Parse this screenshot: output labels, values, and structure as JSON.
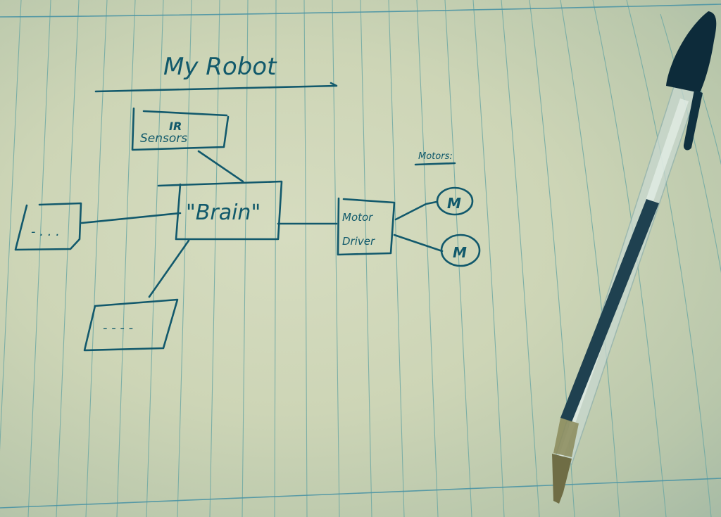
{
  "diagram": {
    "title": "My Robot",
    "nodes": [
      {
        "id": "ir-sensors",
        "line1": "IR",
        "line2": "Sensors"
      },
      {
        "id": "brain",
        "label": "\"Brain\""
      },
      {
        "id": "unknown-left",
        "label": "- . . ."
      },
      {
        "id": "unknown-bottom",
        "label": "- - - -"
      },
      {
        "id": "motor-driver",
        "line1": "Motor",
        "line2": "Driver"
      },
      {
        "id": "motor-1",
        "label": "M"
      },
      {
        "id": "motor-2",
        "label": "M"
      }
    ],
    "motors_heading": "Motors:",
    "edges": [
      [
        "ir-sensors",
        "brain"
      ],
      [
        "unknown-left",
        "brain"
      ],
      [
        "unknown-bottom",
        "brain"
      ],
      [
        "brain",
        "motor-driver"
      ],
      [
        "motor-driver",
        "motor-1"
      ],
      [
        "motor-driver",
        "motor-2"
      ]
    ]
  },
  "scene": {
    "paper": "lined notebook paper",
    "object": "ballpoint pen",
    "colors": {
      "paper": "#cdd5b6",
      "ink": "#12596c",
      "rule_lines": "#6ea8a3",
      "pen_cap": "#0d2b3a",
      "pen_ink_tube": "#1f4150",
      "pen_tip": "#8a8a5a"
    }
  }
}
